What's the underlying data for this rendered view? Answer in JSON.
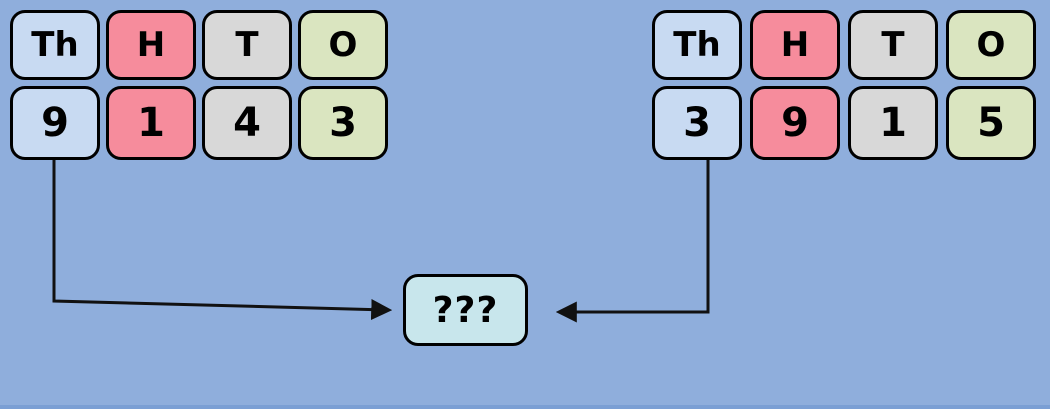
{
  "palette": {
    "background": "#8FAEDC",
    "bottom_edge": "#7B9FD4",
    "cell_border": "#000000",
    "col_thousands": "#C8DAF2",
    "col_hundreds": "#F68C9C",
    "col_tens": "#D8D8D8",
    "col_ones": "#DAE5C0",
    "result_fill": "#C8E6EC",
    "arrow": "#111111"
  },
  "left_number": {
    "headers": [
      "Th",
      "H",
      "T",
      "O"
    ],
    "digits": [
      "9",
      "1",
      "4",
      "3"
    ]
  },
  "right_number": {
    "headers": [
      "Th",
      "H",
      "T",
      "O"
    ],
    "digits": [
      "3",
      "9",
      "1",
      "5"
    ]
  },
  "result_box": {
    "label": "???"
  },
  "arrows": [
    {
      "from": "left-thousands-digit",
      "to": "result-box"
    },
    {
      "from": "right-thousands-digit",
      "to": "result-box"
    }
  ]
}
